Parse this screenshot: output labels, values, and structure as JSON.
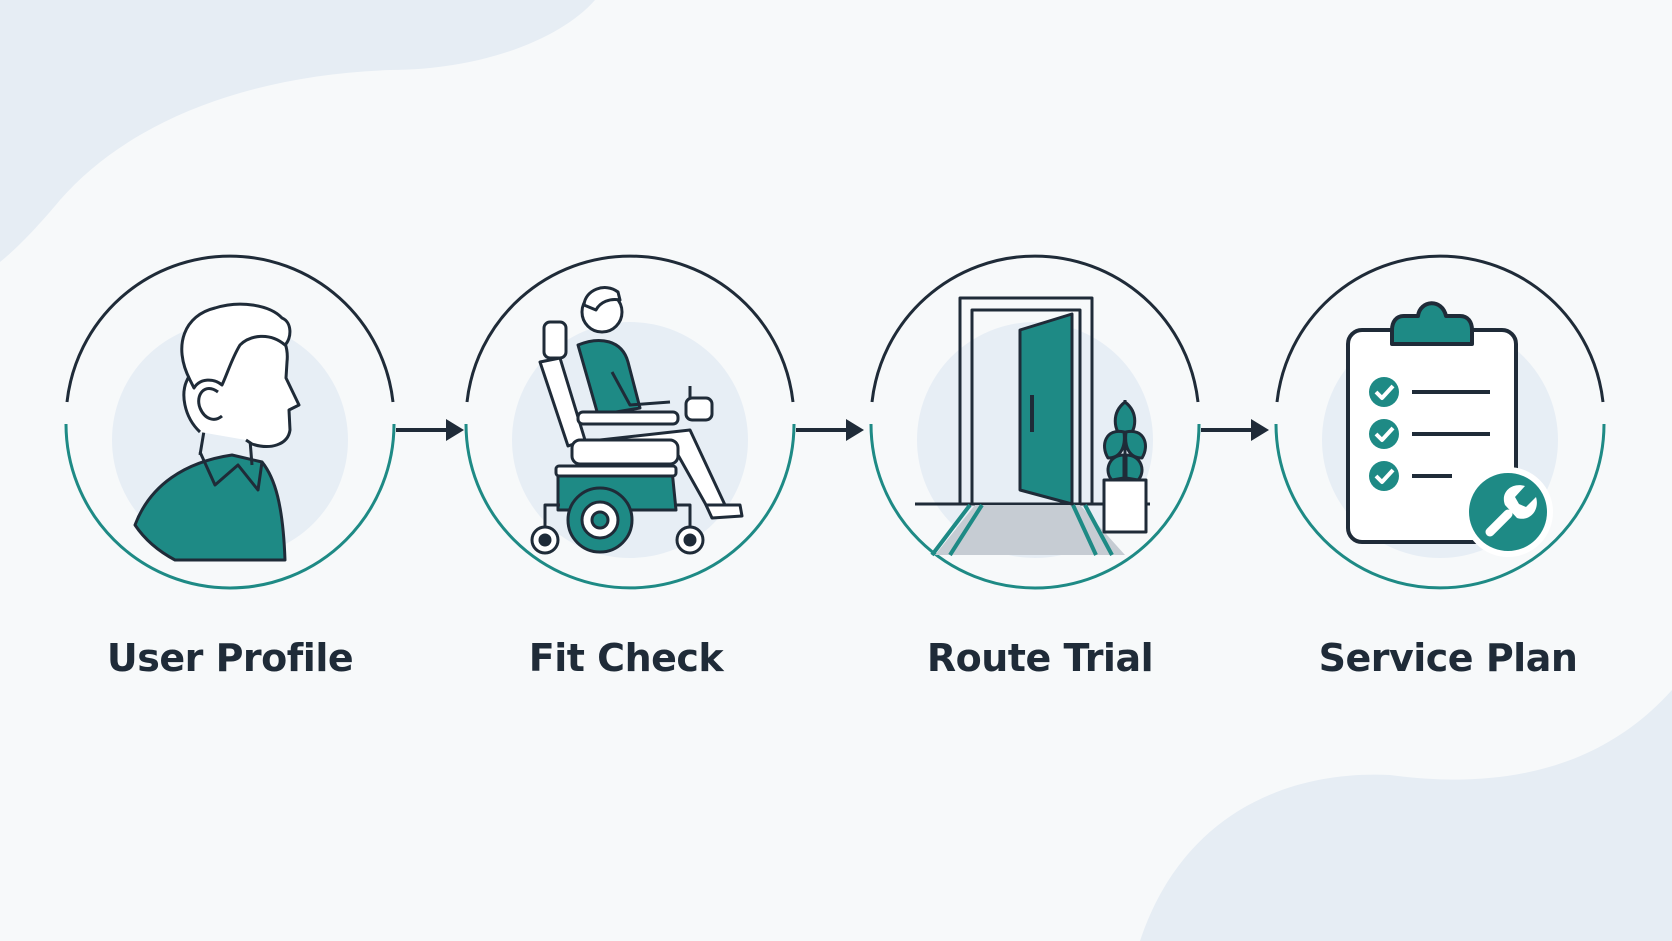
{
  "colors": {
    "background": "#f7f9fa",
    "blob": "#e6edf4",
    "ink": "#1f2b38",
    "teal": "#1e8a85",
    "halo": "#e7eef5"
  },
  "steps": [
    {
      "label": "User Profile",
      "icon": "user-profile-icon"
    },
    {
      "label": "Fit Check",
      "icon": "power-wheelchair-icon"
    },
    {
      "label": "Route Trial",
      "icon": "open-door-icon"
    },
    {
      "label": "Service Plan",
      "icon": "clipboard-wrench-icon"
    }
  ]
}
